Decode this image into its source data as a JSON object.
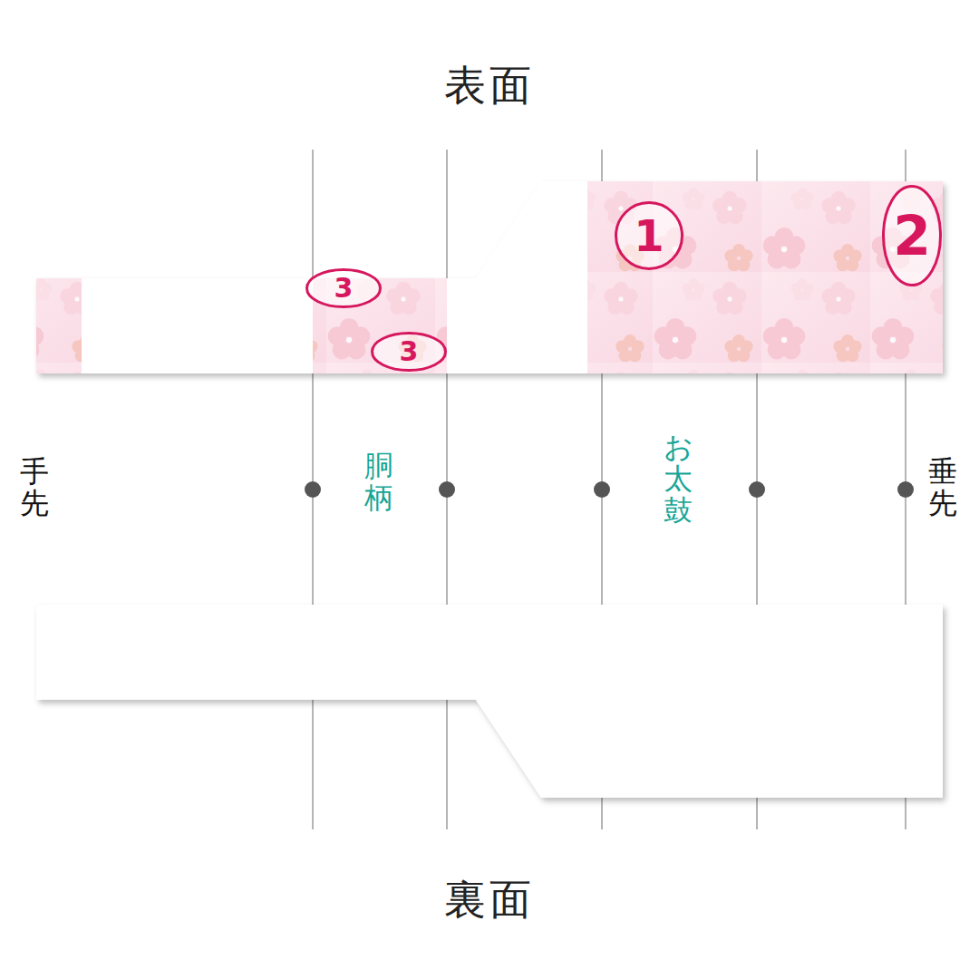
{
  "diagram": {
    "nodes": [
      {
        "text": [
          "1"
        ]
      },
      {
        "text": [
          "2"
        ]
      },
      {
        "text": [
          "3"
        ]
      },
      {
        "text": [
          "3"
        ]
      }
    ],
    "labels": [
      "表面",
      "手先",
      "胴柄",
      "お太鼓",
      "垂先",
      "裏面"
    ]
  }
}
